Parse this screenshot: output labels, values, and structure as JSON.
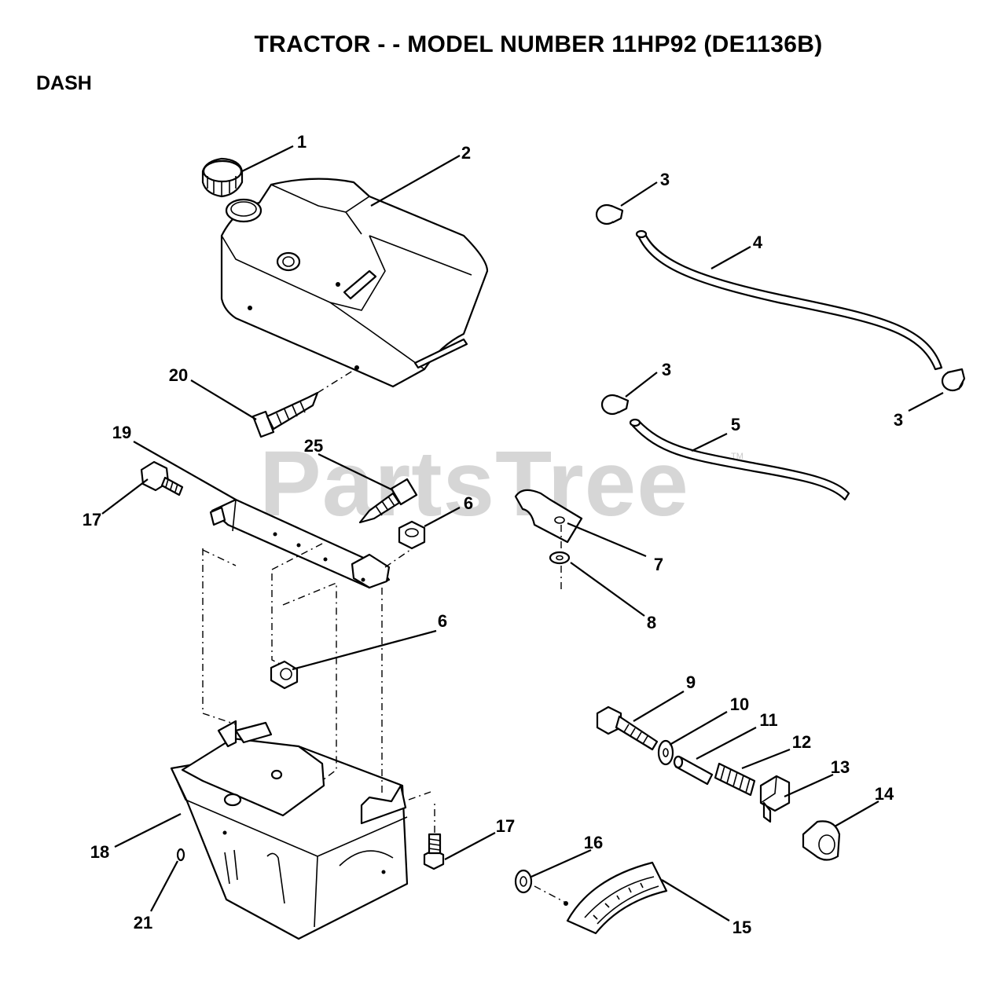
{
  "header": {
    "title": "TRACTOR - - MODEL NUMBER 11HP92 (DE1136B)",
    "section": "DASH"
  },
  "watermark": {
    "text": "PartsTree",
    "tm": "TM"
  },
  "callouts": {
    "c1": "1",
    "c2": "2",
    "c3a": "3",
    "c3b": "3",
    "c3c": "3",
    "c4": "4",
    "c5": "5",
    "c6a": "6",
    "c6b": "6",
    "c7": "7",
    "c8": "8",
    "c9": "9",
    "c10": "10",
    "c11": "11",
    "c12": "12",
    "c13": "13",
    "c14": "14",
    "c15": "15",
    "c16": "16",
    "c17a": "17",
    "c17b": "17",
    "c18": "18",
    "c19": "19",
    "c20": "20",
    "c21": "21",
    "c25": "25"
  },
  "parts": [
    {
      "ref": "1",
      "name": "fuel-cap"
    },
    {
      "ref": "2",
      "name": "fuel-tank"
    },
    {
      "ref": "3",
      "name": "hose-clamp"
    },
    {
      "ref": "4",
      "name": "fuel-hose-upper"
    },
    {
      "ref": "5",
      "name": "fuel-hose-lower"
    },
    {
      "ref": "6",
      "name": "hex-nut"
    },
    {
      "ref": "7",
      "name": "hose-clip"
    },
    {
      "ref": "8",
      "name": "washer"
    },
    {
      "ref": "9",
      "name": "hex-bolt"
    },
    {
      "ref": "10",
      "name": "flat-washer"
    },
    {
      "ref": "11",
      "name": "spacer"
    },
    {
      "ref": "12",
      "name": "spring"
    },
    {
      "ref": "13",
      "name": "lever-bracket"
    },
    {
      "ref": "14",
      "name": "bushing"
    },
    {
      "ref": "15",
      "name": "throttle-quadrant-plate"
    },
    {
      "ref": "16",
      "name": "grommet"
    },
    {
      "ref": "17",
      "name": "hex-screw"
    },
    {
      "ref": "18",
      "name": "dash-panel"
    },
    {
      "ref": "19",
      "name": "dash-support-bracket"
    },
    {
      "ref": "20",
      "name": "tank-screw"
    },
    {
      "ref": "21",
      "name": "rivet"
    },
    {
      "ref": "25",
      "name": "tapping-screw"
    }
  ]
}
